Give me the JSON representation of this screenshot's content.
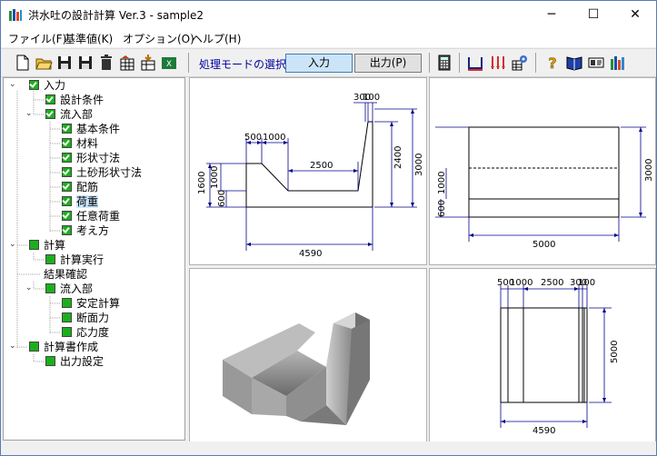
{
  "window": {
    "title": "洪水吐の設計計算 Ver.3 - sample2"
  },
  "window_controls": {
    "minimize": "─",
    "maximize": "☐",
    "close": "✕"
  },
  "menu": [
    {
      "label": "ファイル(F)"
    },
    {
      "label": "基準値(K)"
    },
    {
      "label": "オプション(O)"
    },
    {
      "label": "ヘルプ(H)"
    }
  ],
  "toolbar": {
    "mode_label": "処理モードの選択",
    "input_button": "入力",
    "output_button": "出力(P)"
  },
  "tree": {
    "input": "入力",
    "design_conditions": "設計条件",
    "inflow": "流入部",
    "basic_conditions": "基本条件",
    "material": "材料",
    "shape_dims": "形状寸法",
    "soil_shape_dims": "土砂形状寸法",
    "rebar": "配筋",
    "load": "荷重",
    "any_load": "任意荷重",
    "approach": "考え方",
    "calc": "計算",
    "calc_run": "計算実行",
    "result_check": "結果確認",
    "result_inflow": "流入部",
    "stability": "安定計算",
    "section_force": "断面力",
    "stress": "応力度",
    "report": "計算書作成",
    "output_settings": "出力設定"
  },
  "drawing": {
    "front": {
      "d_300": "300",
      "d_100": "100",
      "d_500": "500",
      "d_1000": "1000",
      "d_2500": "2500",
      "d_2400": "2400",
      "d_3000": "3000",
      "d_1600": "1600",
      "d_600": "600",
      "d_1000v": "1000",
      "d_4590": "4590"
    },
    "side": {
      "d_1000": "1000",
      "d_600": "600",
      "d_3000": "3000",
      "d_5000": "5000"
    },
    "plan": {
      "d_500": "500",
      "d_1000": "1000",
      "d_2500": "2500",
      "d_300": "300",
      "d_100": "100",
      "d_5000": "5000",
      "d_4590": "4590"
    }
  }
}
